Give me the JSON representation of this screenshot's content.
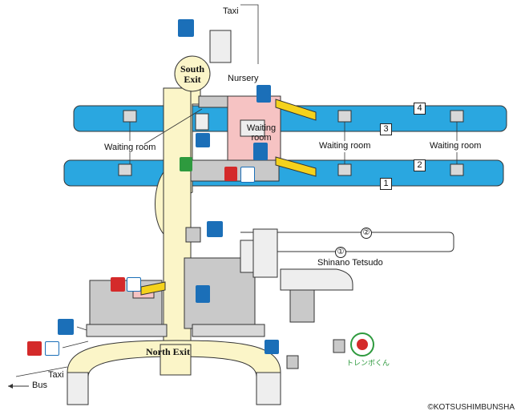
{
  "labels": {
    "taxi_top": "Taxi",
    "south_exit": "South Exit",
    "nursery": "Nursery",
    "waiting_room_center": "Waiting room",
    "waiting_room_left": "Waiting room",
    "waiting_room_right1": "Waiting room",
    "waiting_room_right2": "Waiting room",
    "north_exit": "North Exit",
    "taxi_bottom": "Taxi",
    "bus": "Bus",
    "shinano": "Shinano Tetsudo",
    "copyright": "©KOTSUSHIMBUNSHA",
    "mascot": "トレンボくん"
  },
  "platform_numbers": [
    "4",
    "3",
    "2",
    "1"
  ],
  "shinano_numbers": [
    "②",
    "①"
  ],
  "icon_names": {
    "elevator": "elevator-icon",
    "parking": "parking-icon",
    "toilet": "toilet-icon",
    "wheelchair": "wheelchair-icon",
    "ticket": "ticket-icon",
    "green_window": "green-window-icon"
  },
  "colors": {
    "platform": "#2aa7e0",
    "concourse": "#fbf5c8",
    "building": "#c9c9c9",
    "pink_area": "#f6c3c3",
    "escalator": "#f4d21c",
    "icon_blue": "#1b6fb8"
  }
}
